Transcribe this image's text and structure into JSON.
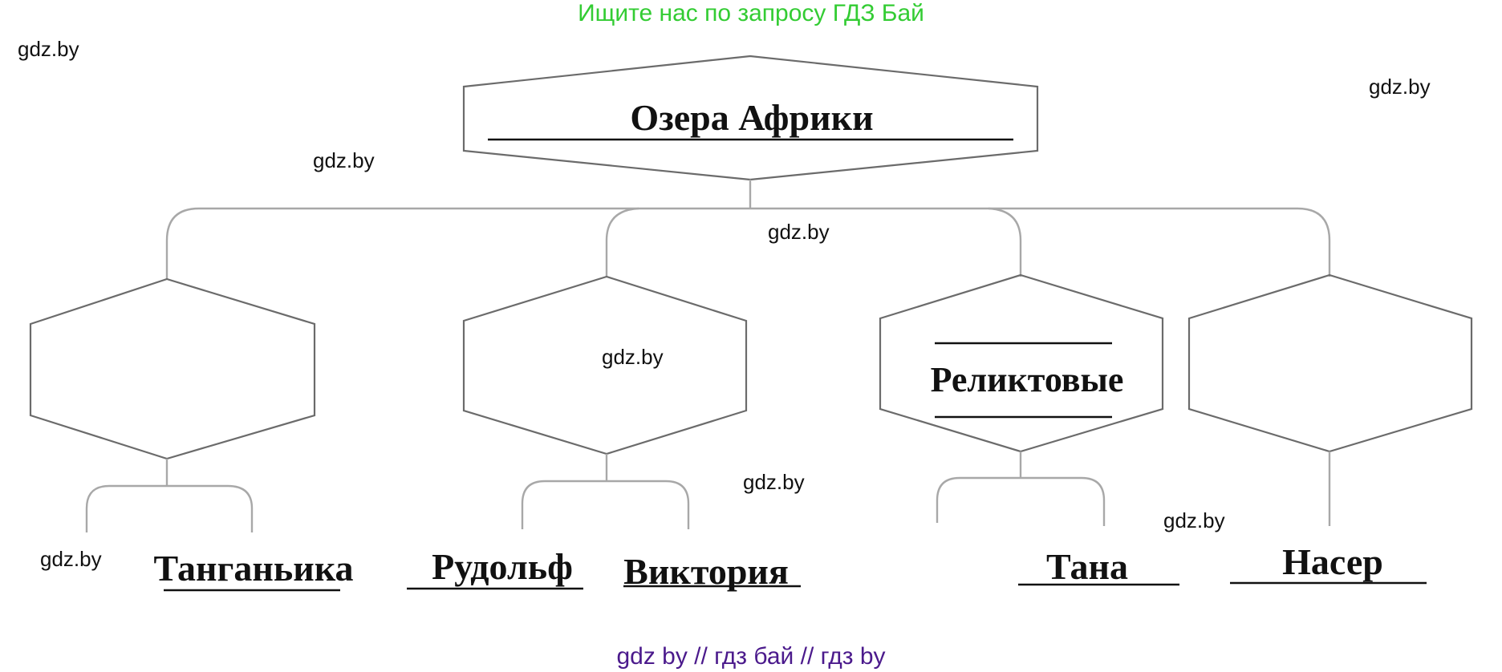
{
  "banner_top": "Ищите нас по запросу ГДЗ Бай",
  "banner_bottom": "gdz by  //  гдз бай  //  гдз by",
  "watermark": "gdz.by",
  "colors": {
    "banner_top": "#33cc33",
    "banner_bottom": "#4b1a8c"
  },
  "diagram": {
    "root": "Озера Африки",
    "categories": [
      {
        "label": "",
        "leaves": [
          "Танганьика"
        ]
      },
      {
        "label": "",
        "leaves": [
          "Рудольф",
          "Виктория"
        ]
      },
      {
        "label": "Реликтовые",
        "leaves": [
          "Тана"
        ]
      },
      {
        "label": "",
        "leaves": [
          "Насер"
        ]
      }
    ]
  }
}
